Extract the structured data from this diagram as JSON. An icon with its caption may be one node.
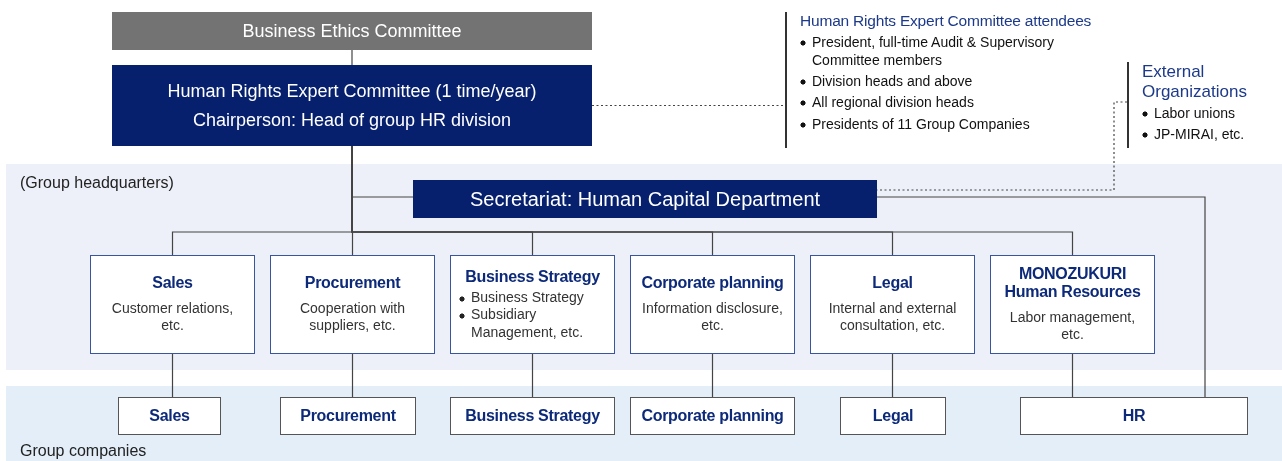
{
  "diagram": {
    "nodes": [
      {
        "text": [
          "Business Ethics Committee"
        ]
      },
      {
        "text": [
          "Human Rights Expert Committee (1 time/year)",
          "Chairperson: Head of group HR division"
        ]
      },
      {
        "text": [
          "Human Rights Expert Committee attendees",
          "President, full-time Audit & Supervisory Committee members",
          "Division heads and above",
          "All regional division heads",
          "Presidents of 11 Group Companies"
        ]
      },
      {
        "text": [
          "External Organizations",
          "Labor unions",
          "JP-MIRAI, etc."
        ]
      },
      {
        "text": [
          "(Group headquarters)"
        ]
      },
      {
        "text": [
          "Secretariat: Human Capital Department"
        ],
        "in": 4
      },
      {
        "text": [
          "Sales",
          "Customer relations, etc."
        ],
        "in": 4
      },
      {
        "text": [
          "Procurement",
          "Cooperation with suppliers, etc."
        ],
        "in": 4
      },
      {
        "text": [
          "Business Strategy",
          "Business Strategy",
          "Subsidiary Management, etc."
        ],
        "in": 4
      },
      {
        "text": [
          "Corporate planning",
          "Information disclosure, etc."
        ],
        "in": 4
      },
      {
        "text": [
          "Legal",
          "Internal and external consultation, etc."
        ],
        "in": 4
      },
      {
        "text": [
          "MONOZUKURI Human Resources",
          "Labor management, etc."
        ],
        "in": 4
      },
      {
        "text": [
          "Group companies"
        ]
      },
      {
        "text": [
          "Sales"
        ],
        "in": 12
      },
      {
        "text": [
          "Procurement"
        ],
        "in": 12
      },
      {
        "text": [
          "Business Strategy"
        ],
        "in": 12
      },
      {
        "text": [
          "Corporate planning"
        ],
        "in": 12
      },
      {
        "text": [
          "Legal"
        ],
        "in": 12
      },
      {
        "text": [
          "HR"
        ],
        "in": 12
      }
    ],
    "edges": [
      {
        "from": 0,
        "to": 1,
        "arrow": "none"
      },
      {
        "from": 1,
        "to": 2,
        "arrow": "none",
        "style": "dashed"
      },
      {
        "from": 3,
        "to": 5,
        "arrow": "none",
        "style": "dashed"
      },
      {
        "from": 1,
        "to": 5,
        "arrow": "none"
      },
      {
        "from": 1,
        "to": 6,
        "arrow": "none"
      },
      {
        "from": 1,
        "to": 7,
        "arrow": "none"
      },
      {
        "from": 1,
        "to": 8,
        "arrow": "none"
      },
      {
        "from": 1,
        "to": 9,
        "arrow": "none"
      },
      {
        "from": 1,
        "to": 10,
        "arrow": "none"
      },
      {
        "from": 1,
        "to": 11,
        "arrow": "none"
      },
      {
        "from": 6,
        "to": 13,
        "arrow": "none"
      },
      {
        "from": 7,
        "to": 14,
        "arrow": "none"
      },
      {
        "from": 8,
        "to": 15,
        "arrow": "none"
      },
      {
        "from": 9,
        "to": 16,
        "arrow": "none"
      },
      {
        "from": 10,
        "to": 17,
        "arrow": "none"
      },
      {
        "from": 11,
        "to": 18,
        "arrow": "none"
      },
      {
        "from": 5,
        "to": 18,
        "arrow": "none"
      }
    ]
  }
}
